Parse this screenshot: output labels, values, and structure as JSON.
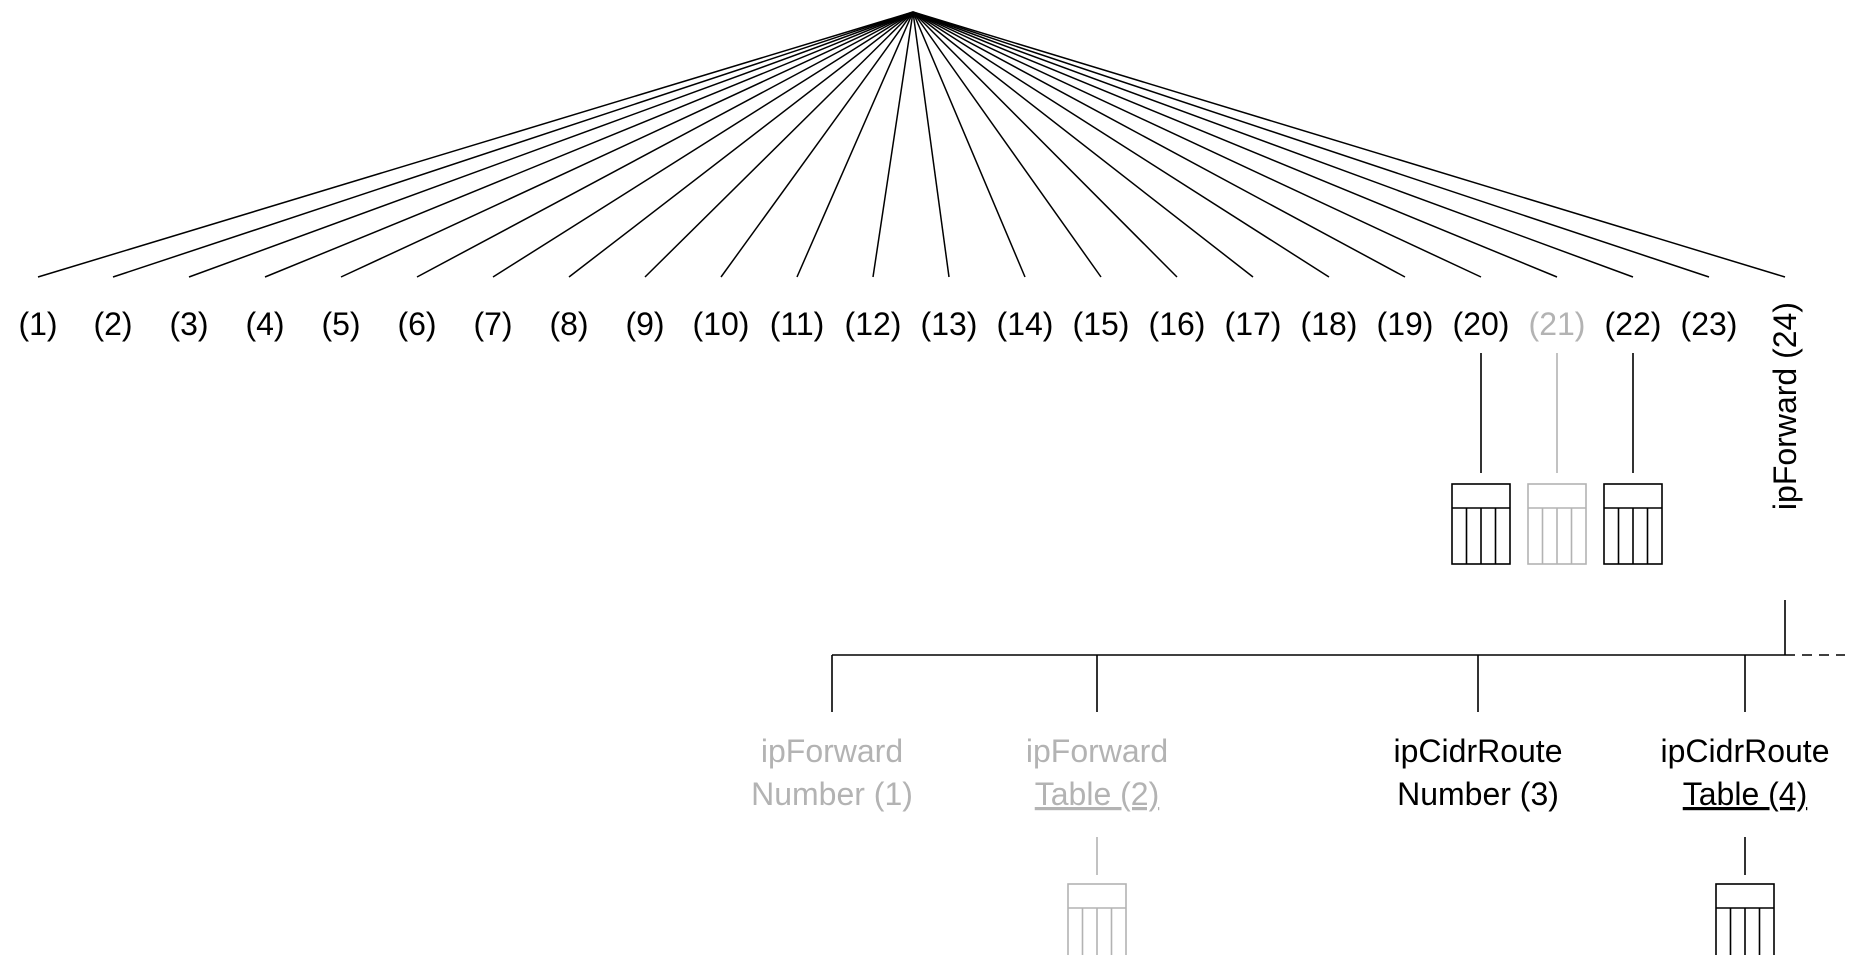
{
  "colors": {
    "active": "#000000",
    "inactive": "#b3b3b3"
  },
  "top_children": [
    {
      "label": "(1)",
      "active": true
    },
    {
      "label": "(2)",
      "active": true
    },
    {
      "label": "(3)",
      "active": true
    },
    {
      "label": "(4)",
      "active": true
    },
    {
      "label": "(5)",
      "active": true
    },
    {
      "label": "(6)",
      "active": true
    },
    {
      "label": "(7)",
      "active": true
    },
    {
      "label": "(8)",
      "active": true
    },
    {
      "label": "(9)",
      "active": true
    },
    {
      "label": "(10)",
      "active": true
    },
    {
      "label": "(11)",
      "active": true
    },
    {
      "label": "(12)",
      "active": true
    },
    {
      "label": "(13)",
      "active": true
    },
    {
      "label": "(14)",
      "active": true
    },
    {
      "label": "(15)",
      "active": true
    },
    {
      "label": "(16)",
      "active": true
    },
    {
      "label": "(17)",
      "active": true
    },
    {
      "label": "(18)",
      "active": true
    },
    {
      "label": "(19)",
      "active": true
    },
    {
      "label": "(20)",
      "active": true
    },
    {
      "label": "(21)",
      "active": false
    },
    {
      "label": "(22)",
      "active": true
    },
    {
      "label": "(23)",
      "active": true
    },
    {
      "label": "ipForward (24)",
      "active": true
    }
  ],
  "table_icons": [
    {
      "parent": "(20)",
      "active": true
    },
    {
      "parent": "(21)",
      "active": false
    },
    {
      "parent": "(22)",
      "active": true
    }
  ],
  "ipforward_children": [
    {
      "line1": "ipForward",
      "line2": "Number (1)",
      "active": false,
      "table": false
    },
    {
      "line1": "ipForward",
      "line2": "Table (2)",
      "active": false,
      "table": true
    },
    {
      "line1": "ipCidrRoute",
      "line2": "Number (3)",
      "active": true,
      "table": false
    },
    {
      "line1": "ipCidrRoute",
      "line2": "Table (4)",
      "active": true,
      "table": true
    }
  ]
}
